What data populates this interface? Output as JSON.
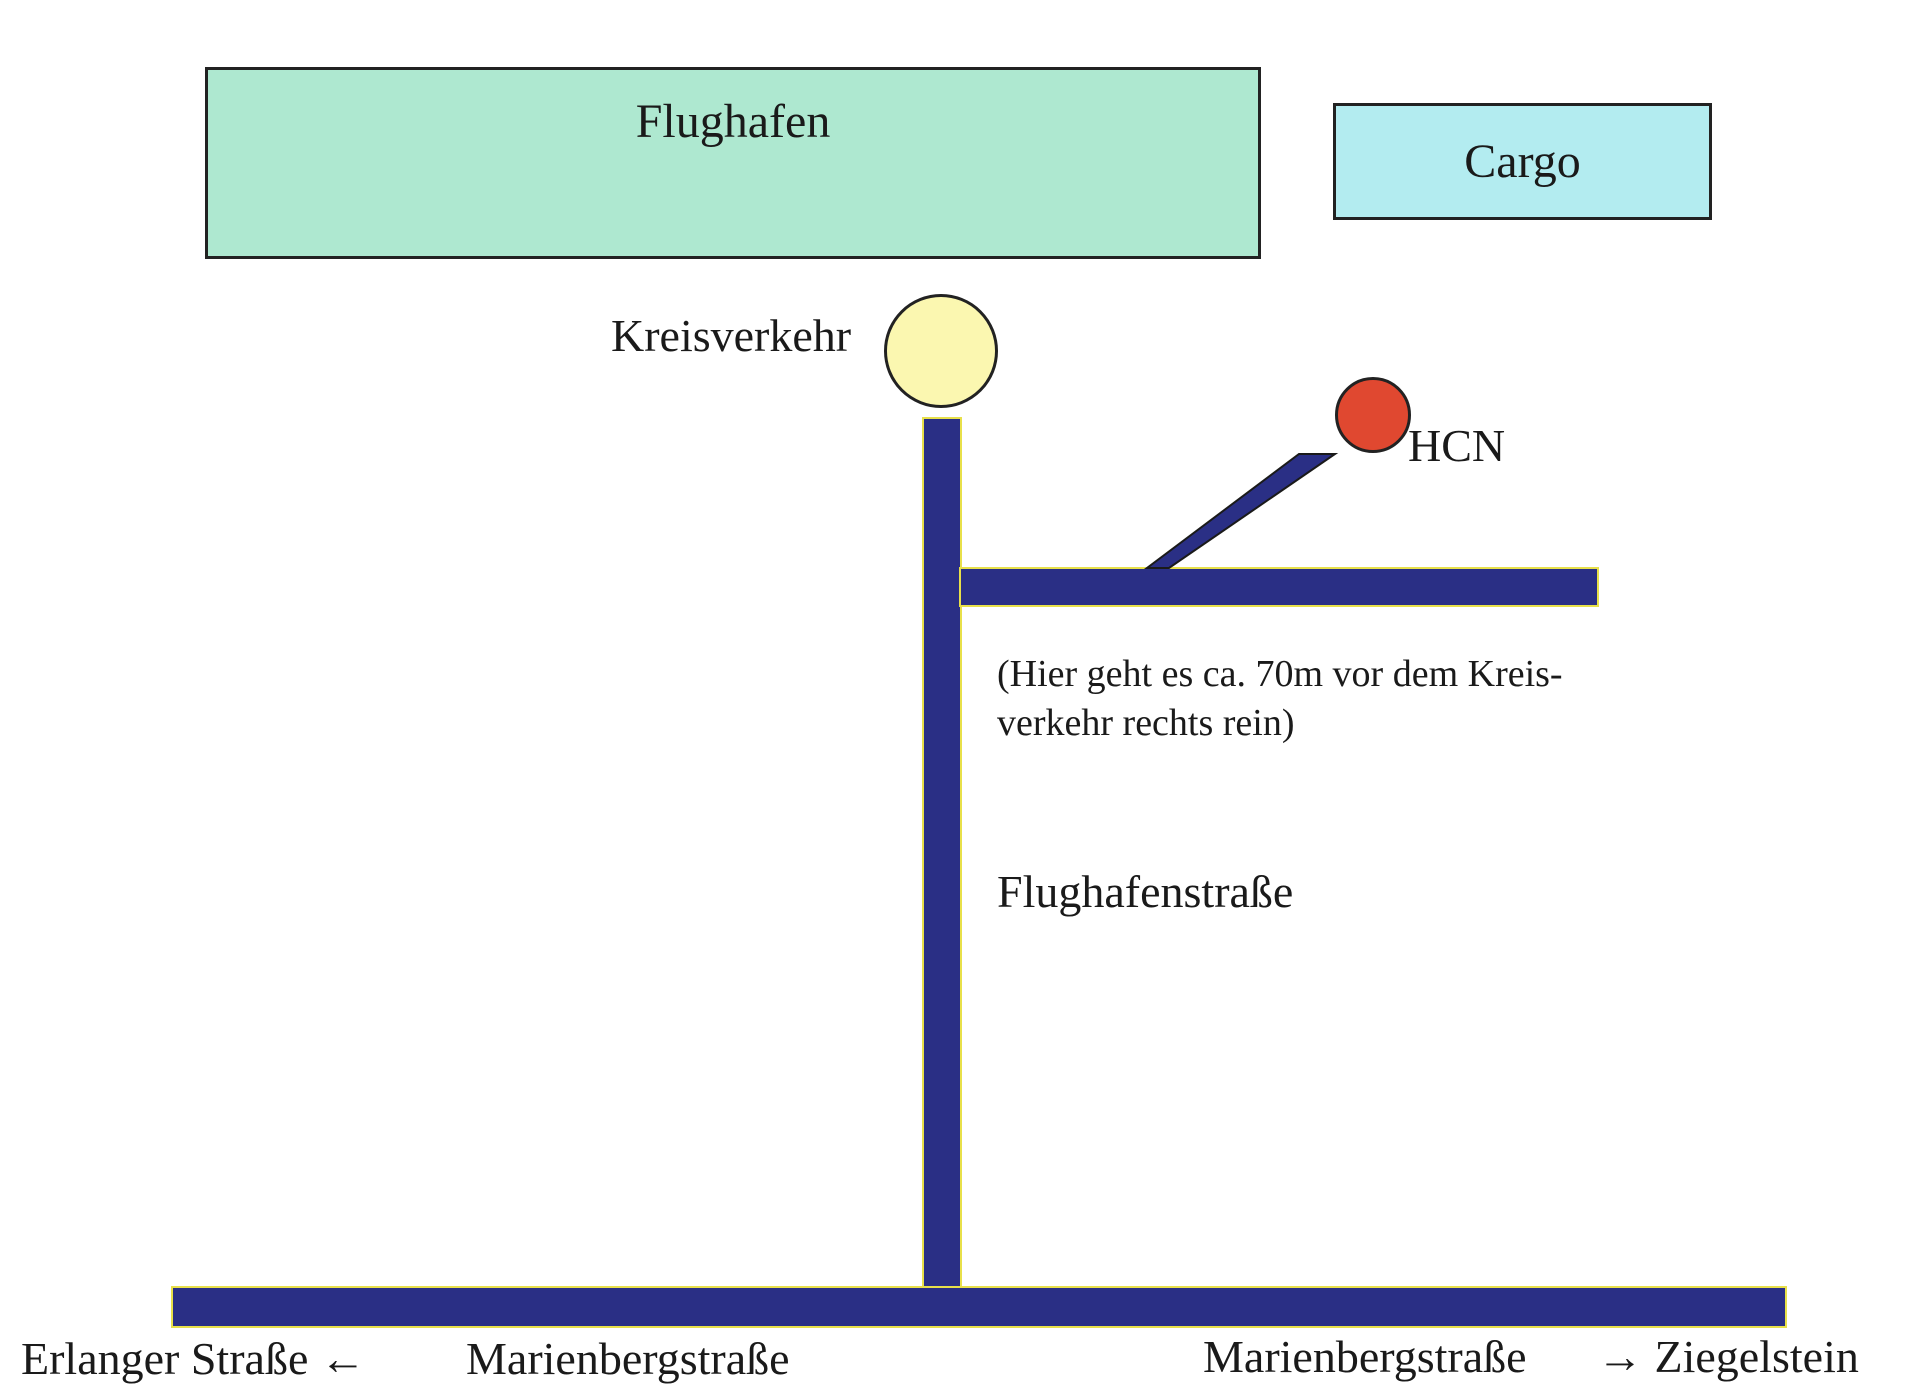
{
  "colors": {
    "airport_fill": "#aee8d0",
    "cargo_fill": "#b3ecf0",
    "road": "#2a2f85",
    "road_edge": "#e8e04a",
    "roundabout": "#fbf7b0",
    "hcn_marker": "#e04830"
  },
  "buildings": {
    "airport": "Flughafen",
    "cargo": "Cargo"
  },
  "landmarks": {
    "roundabout": "Kreisverkehr",
    "hcn": "HCN"
  },
  "notes": {
    "turn_hint_line1": "(Hier geht es ca. 70m vor dem Kreis-",
    "turn_hint_line2": "verkehr rechts rein)"
  },
  "streets": {
    "main_road": "Flughafenstraße",
    "left_direction": "Erlanger Straße ←",
    "bottom_left": "Marienbergstraße",
    "bottom_right": "Marienbergstraße",
    "right_direction": "→ Ziegelstein"
  }
}
